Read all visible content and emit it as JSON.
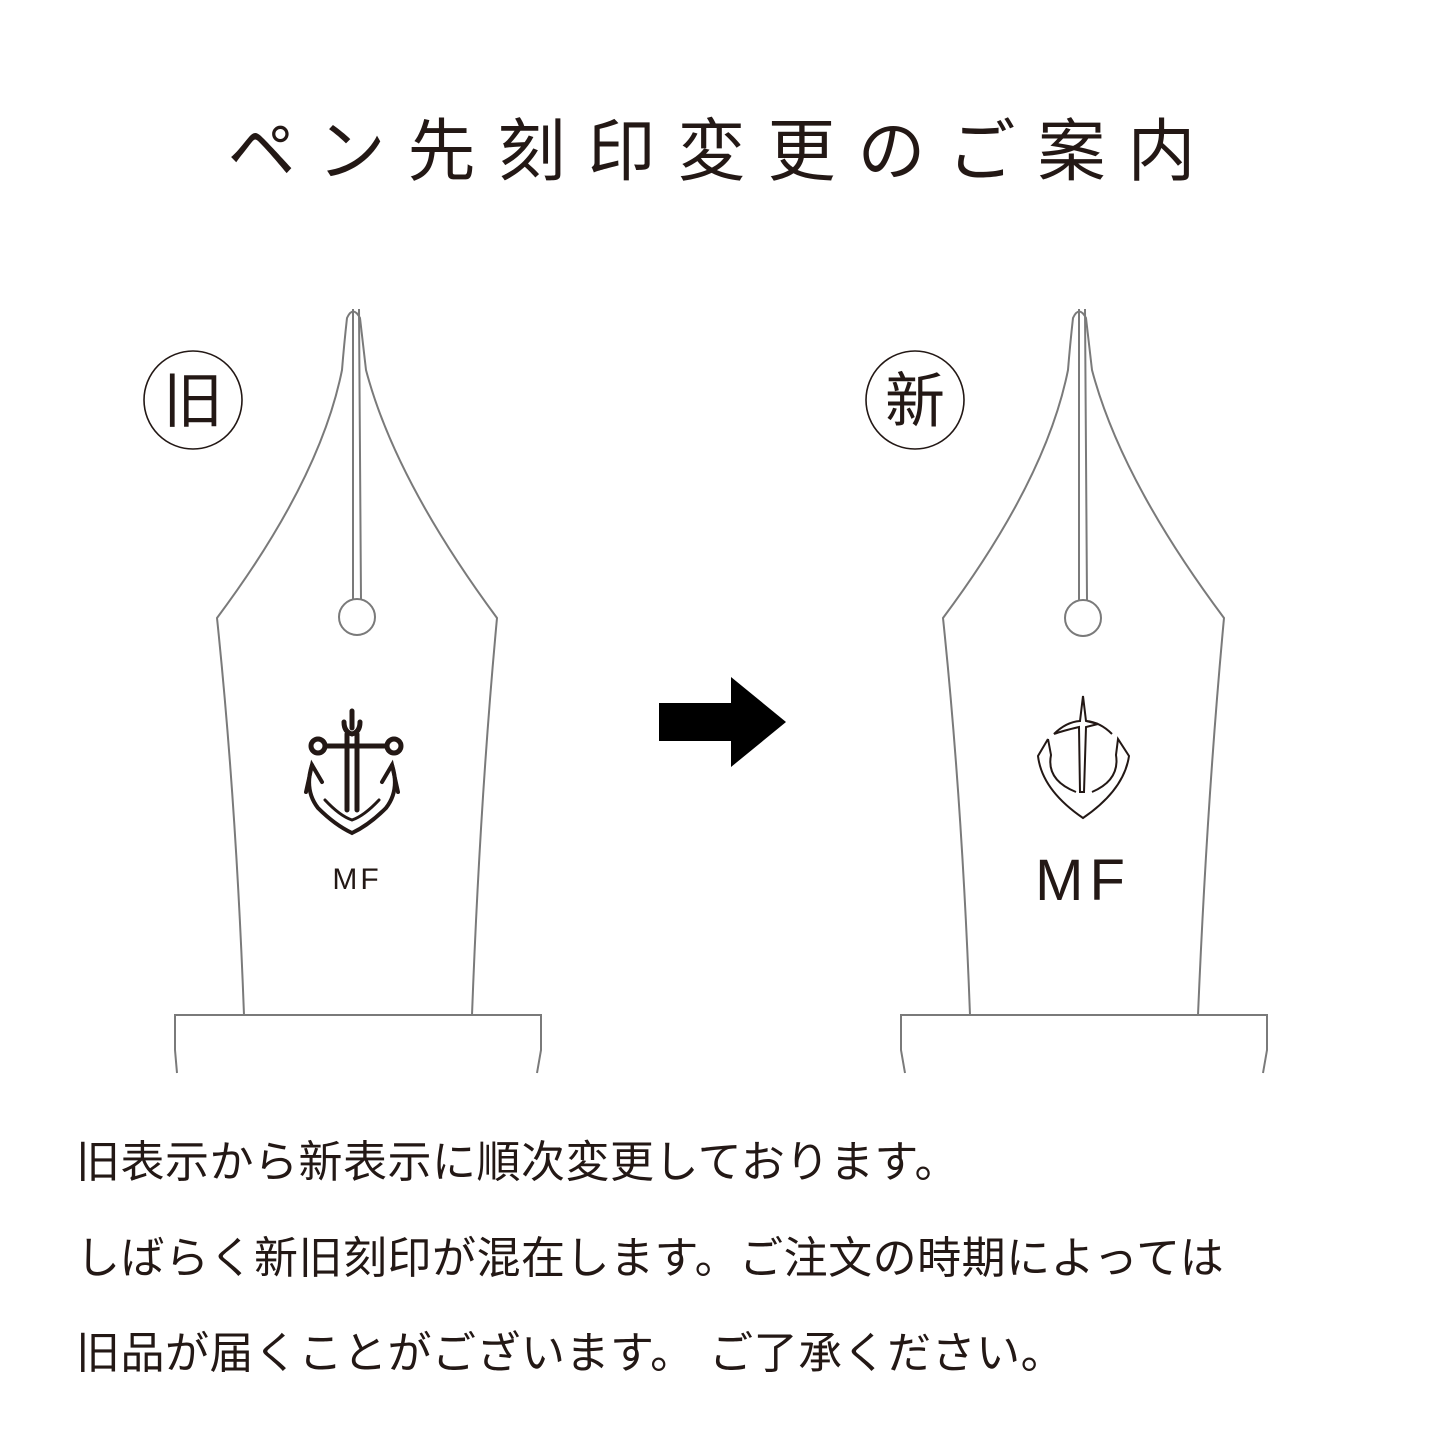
{
  "title": "ペン先刻印変更のご案内",
  "old_nib": {
    "badge": "旧",
    "emblem": "anchor-icon",
    "marking": "MF"
  },
  "new_nib": {
    "badge": "新",
    "emblem": "trident-shield-icon",
    "marking": "MF"
  },
  "arrow": "arrow-right-icon",
  "colors": {
    "outline": "#7a7a7a",
    "text": "#231815",
    "arrow": "#000000",
    "background": "#ffffff"
  },
  "notice": [
    "旧表示から新表示に順次変更しております。",
    "しばらく新旧刻印が混在します。ご注文の時期によっては",
    "旧品が届くことがございます。 ご了承ください。"
  ]
}
